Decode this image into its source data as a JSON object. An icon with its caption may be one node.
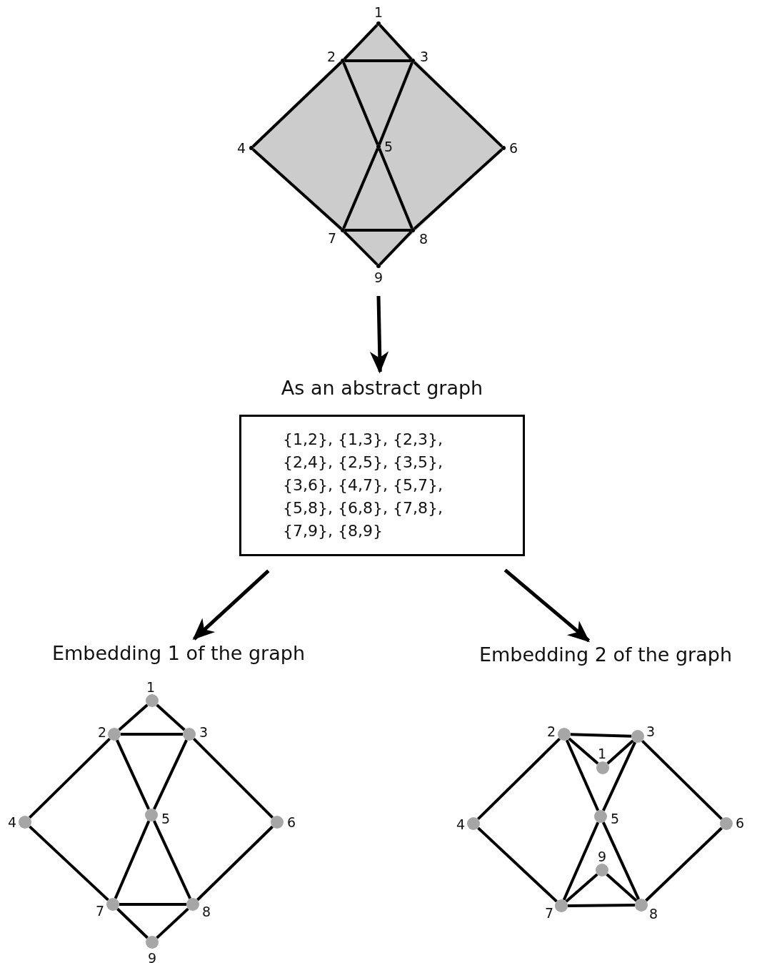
{
  "diagram": {
    "nodes": [
      {
        "text": [],
        "shape": "point",
        "beside": [
          "1"
        ]
      },
      {
        "text": [],
        "shape": "point",
        "beside": [
          "2"
        ]
      },
      {
        "text": [],
        "shape": "point",
        "beside": [
          "3"
        ]
      },
      {
        "text": [],
        "shape": "point",
        "beside": [
          "4"
        ]
      },
      {
        "text": [],
        "shape": "point",
        "beside": [
          "5"
        ]
      },
      {
        "text": [],
        "shape": "point",
        "beside": [
          "6"
        ]
      },
      {
        "text": [],
        "shape": "point",
        "beside": [
          "7"
        ]
      },
      {
        "text": [],
        "shape": "point",
        "beside": [
          "8"
        ]
      },
      {
        "text": [],
        "shape": "point",
        "beside": [
          "9"
        ]
      },
      {
        "text": [
          "As an abstract graph",
          "{1,2}, {1,3}, {2,3}, {2,4}, {2,5}, {3,5}, {3,6}, {4,7}, {5,7}, {5,8}, {6,8}, {7,8}, {7,9}, {8,9}"
        ]
      },
      {
        "text": [
          "Embedding 1 of the graph"
        ]
      },
      {
        "text": [
          "Embedding 2 of the graph"
        ]
      },
      {
        "text": [],
        "shape": "circle",
        "beside": [
          "1"
        ]
      },
      {
        "text": [],
        "shape": "circle",
        "beside": [
          "2"
        ]
      },
      {
        "text": [],
        "shape": "circle",
        "beside": [
          "3"
        ]
      },
      {
        "text": [],
        "shape": "circle",
        "beside": [
          "4"
        ]
      },
      {
        "text": [],
        "shape": "circle",
        "beside": [
          "5"
        ]
      },
      {
        "text": [],
        "shape": "circle",
        "beside": [
          "6"
        ]
      },
      {
        "text": [],
        "shape": "circle",
        "beside": [
          "7"
        ]
      },
      {
        "text": [],
        "shape": "circle",
        "beside": [
          "8"
        ]
      },
      {
        "text": [],
        "shape": "circle",
        "beside": [
          "9"
        ]
      },
      {
        "text": [],
        "shape": "circle",
        "beside": [
          "1"
        ]
      },
      {
        "text": [],
        "shape": "circle",
        "beside": [
          "2"
        ]
      },
      {
        "text": [],
        "shape": "circle",
        "beside": [
          "3"
        ]
      },
      {
        "text": [],
        "shape": "circle",
        "beside": [
          "4"
        ]
      },
      {
        "text": [],
        "shape": "circle",
        "beside": [
          "5"
        ]
      },
      {
        "text": [],
        "shape": "circle",
        "beside": [
          "6"
        ]
      },
      {
        "text": [],
        "shape": "circle",
        "beside": [
          "7"
        ]
      },
      {
        "text": [],
        "shape": "circle",
        "beside": [
          "8"
        ]
      },
      {
        "text": [],
        "shape": "circle",
        "beside": [
          "9"
        ]
      }
    ],
    "edges": [
      {
        "from": null,
        "to": 9,
        "arrow": "to"
      },
      {
        "from": 9,
        "to": 10,
        "arrow": "to"
      },
      {
        "from": 9,
        "to": 11,
        "arrow": "to"
      },
      {
        "from": 0,
        "to": 1,
        "arrow": "none"
      },
      {
        "from": 0,
        "to": 2,
        "arrow": "none"
      },
      {
        "from": 1,
        "to": 2,
        "arrow": "none"
      },
      {
        "from": 1,
        "to": 3,
        "arrow": "none"
      },
      {
        "from": 1,
        "to": 4,
        "arrow": "none"
      },
      {
        "from": 2,
        "to": 4,
        "arrow": "none"
      },
      {
        "from": 2,
        "to": 5,
        "arrow": "none"
      },
      {
        "from": 3,
        "to": 6,
        "arrow": "none"
      },
      {
        "from": 4,
        "to": 6,
        "arrow": "none"
      },
      {
        "from": 4,
        "to": 7,
        "arrow": "none"
      },
      {
        "from": 5,
        "to": 7,
        "arrow": "none"
      },
      {
        "from": 6,
        "to": 7,
        "arrow": "none"
      },
      {
        "from": 6,
        "to": 8,
        "arrow": "none"
      },
      {
        "from": 7,
        "to": 8,
        "arrow": "none"
      },
      {
        "from": 12,
        "to": 13,
        "arrow": "none"
      },
      {
        "from": 12,
        "to": 14,
        "arrow": "none"
      },
      {
        "from": 13,
        "to": 14,
        "arrow": "none"
      },
      {
        "from": 13,
        "to": 15,
        "arrow": "none"
      },
      {
        "from": 13,
        "to": 16,
        "arrow": "none"
      },
      {
        "from": 14,
        "to": 16,
        "arrow": "none"
      },
      {
        "from": 14,
        "to": 17,
        "arrow": "none"
      },
      {
        "from": 15,
        "to": 18,
        "arrow": "none"
      },
      {
        "from": 16,
        "to": 18,
        "arrow": "none"
      },
      {
        "from": 16,
        "to": 19,
        "arrow": "none"
      },
      {
        "from": 17,
        "to": 19,
        "arrow": "none"
      },
      {
        "from": 18,
        "to": 19,
        "arrow": "none"
      },
      {
        "from": 18,
        "to": 20,
        "arrow": "none"
      },
      {
        "from": 19,
        "to": 20,
        "arrow": "none"
      },
      {
        "from": 21,
        "to": 22,
        "arrow": "none"
      },
      {
        "from": 21,
        "to": 23,
        "arrow": "none"
      },
      {
        "from": 22,
        "to": 23,
        "arrow": "none"
      },
      {
        "from": 22,
        "to": 24,
        "arrow": "none"
      },
      {
        "from": 22,
        "to": 25,
        "arrow": "none"
      },
      {
        "from": 23,
        "to": 25,
        "arrow": "none"
      },
      {
        "from": 23,
        "to": 26,
        "arrow": "none"
      },
      {
        "from": 24,
        "to": 27,
        "arrow": "none"
      },
      {
        "from": 25,
        "to": 27,
        "arrow": "none"
      },
      {
        "from": 25,
        "to": 28,
        "arrow": "none"
      },
      {
        "from": 26,
        "to": 28,
        "arrow": "none"
      },
      {
        "from": 27,
        "to": 28,
        "arrow": "none"
      },
      {
        "from": 27,
        "to": 29,
        "arrow": "none"
      },
      {
        "from": 28,
        "to": 29,
        "arrow": "none"
      }
    ]
  }
}
